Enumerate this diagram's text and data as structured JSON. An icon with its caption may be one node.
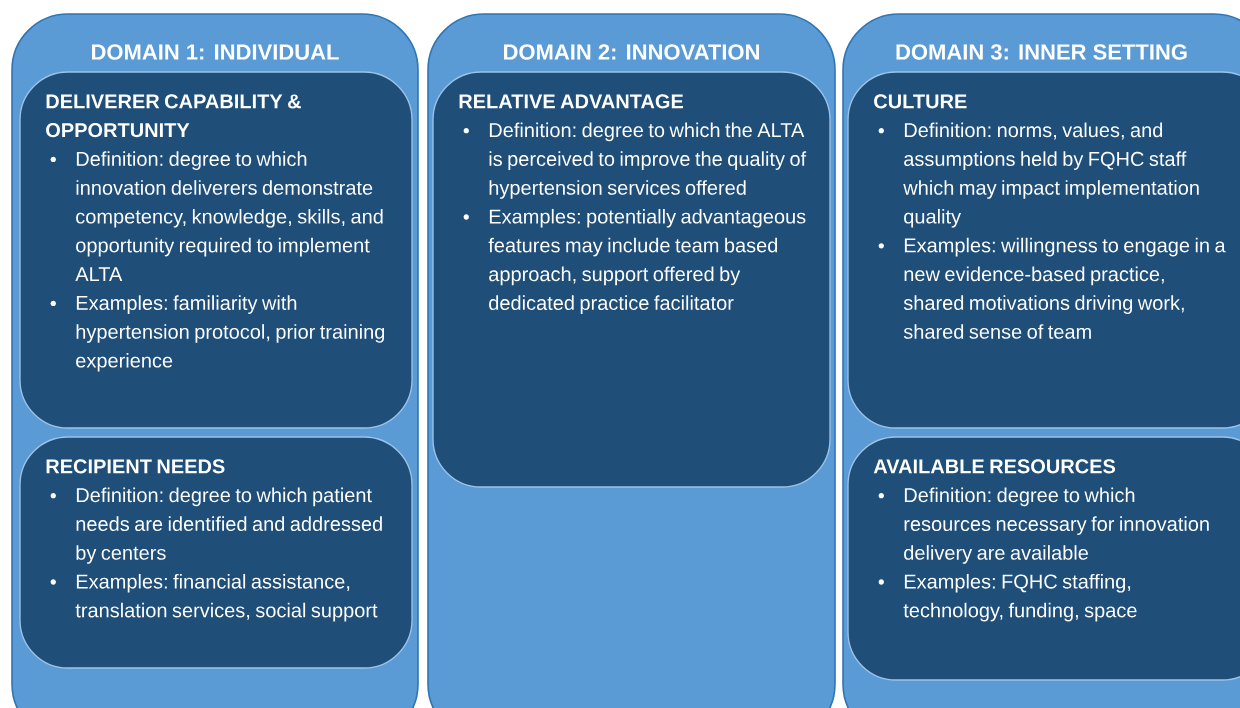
{
  "diagram": {
    "nodes": [
      {
        "text": [
          "DOMAIN 1: INDIVIDUAL"
        ]
      },
      {
        "text": [
          "DELIVERER CAPABILITY & OPPORTUNITY",
          "Definition: degree to which innovation deliverers demonstrate competency, knowledge, skills, and opportunity required to implement ALTA",
          "Examples: familiarity with hypertension protocol, prior training experience"
        ],
        "in": 0
      },
      {
        "text": [
          "RECIPIENT NEEDS",
          "Definition: degree to which patient needs are identified and addressed by centers",
          "Examples: financial assistance, translation services, social support"
        ],
        "in": 0
      },
      {
        "text": [
          "DOMAIN 2: INNOVATION"
        ]
      },
      {
        "text": [
          "RELATIVE ADVANTAGE",
          "Definition: degree to which the ALTA is perceived to improve the quality of hypertension services offered",
          "Examples: potentially advantageous features may include team based approach, support offered by dedicated practice facilitator"
        ],
        "in": 3
      },
      {
        "text": [
          "DOMAIN 3: INNER SETTING"
        ]
      },
      {
        "text": [
          "CULTURE",
          "Definition: norms, values, and assumptions held by FQHC staff which may impact implementation quality",
          "Examples: willingness to engage in a new evidence-based practice, shared motivations driving work, shared sense of team"
        ],
        "in": 5
      },
      {
        "text": [
          "AVAILABLE RESOURCES",
          "Definition: degree to which resources necessary for innovation delivery are available",
          "Examples: FQHC staffing, technology, funding, space"
        ],
        "in": 5
      }
    ]
  }
}
